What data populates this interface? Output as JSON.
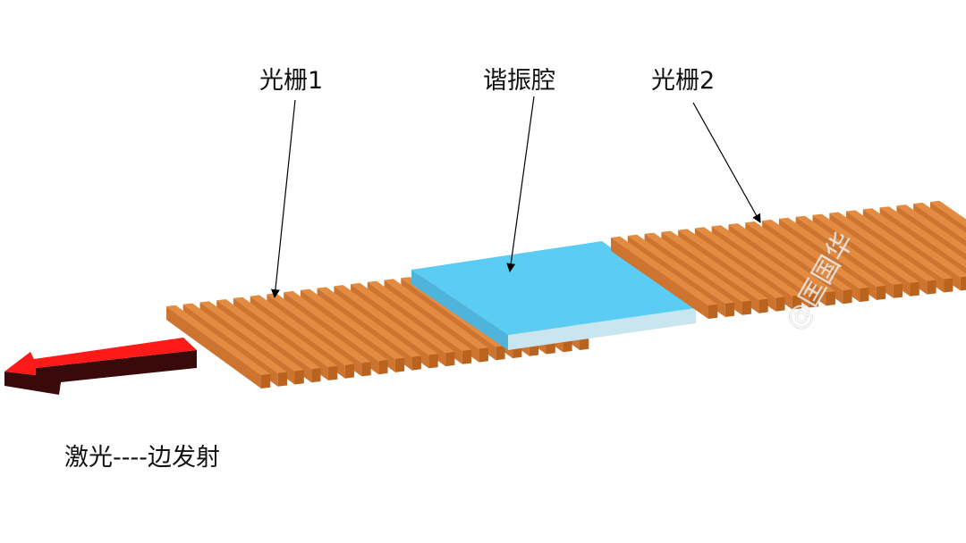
{
  "labels": {
    "grating1": "光栅1",
    "cavity": "谐振腔",
    "grating2": "光栅2",
    "caption": "激光----边发射"
  },
  "watermark": "@匡国华",
  "colors": {
    "grating_top": "#e38b40",
    "grating_front": "#b9631f",
    "grating_side": "#cc7430",
    "cavity_top": "#5bcdf5",
    "cavity_front": "#c9e6f0",
    "cavity_side": "#4fb4dc",
    "arrow_top": "#ff1a1a",
    "arrow_front": "#3a0a0a"
  },
  "grating_ridge_count": 20
}
